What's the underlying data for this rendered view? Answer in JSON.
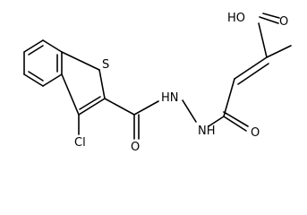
{
  "molecule": {
    "atoms": {
      "s": "S",
      "cl": "Cl",
      "nh1": "HN",
      "nh2": "NH",
      "o_amide1": "O",
      "o_amide2": "O",
      "o_acid": "O",
      "oh": "HO"
    }
  }
}
